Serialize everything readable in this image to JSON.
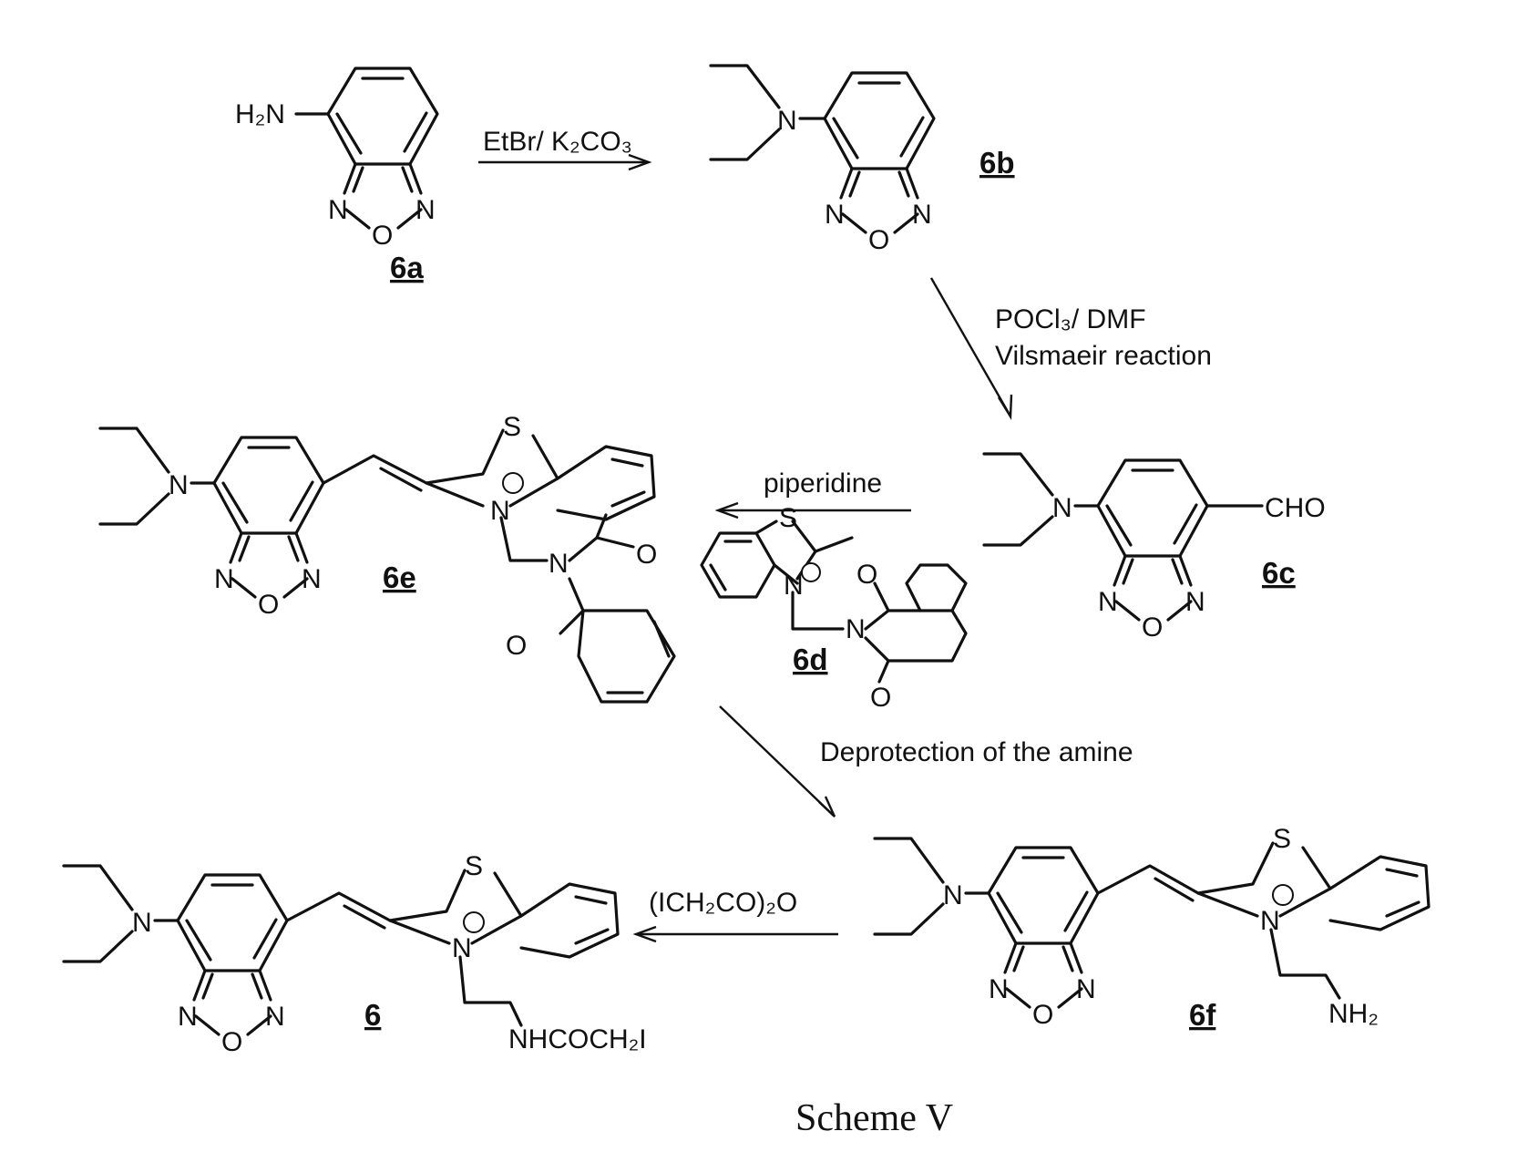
{
  "compounds": {
    "c6a": "6a",
    "c6b": "6b",
    "c6c": "6c",
    "c6d": "6d",
    "c6e": "6e",
    "c6f": "6f",
    "c6": "6"
  },
  "atoms": {
    "N": "N",
    "O": "O",
    "S": "S",
    "H2N": "H₂N",
    "CHO": "CHO",
    "NH2": "NH₂",
    "NHCOCH2I": "NHCOCH₂I"
  },
  "reagents": {
    "step1": "EtBr/ K₂CO₃",
    "step2_line1": "POCl₃/ DMF",
    "step2_line2": "Vilsmaeir reaction",
    "step3": "piperidine",
    "step4": "Deprotection of the amine",
    "step5": "(ICH₂CO)₂O"
  },
  "caption": "Scheme V"
}
